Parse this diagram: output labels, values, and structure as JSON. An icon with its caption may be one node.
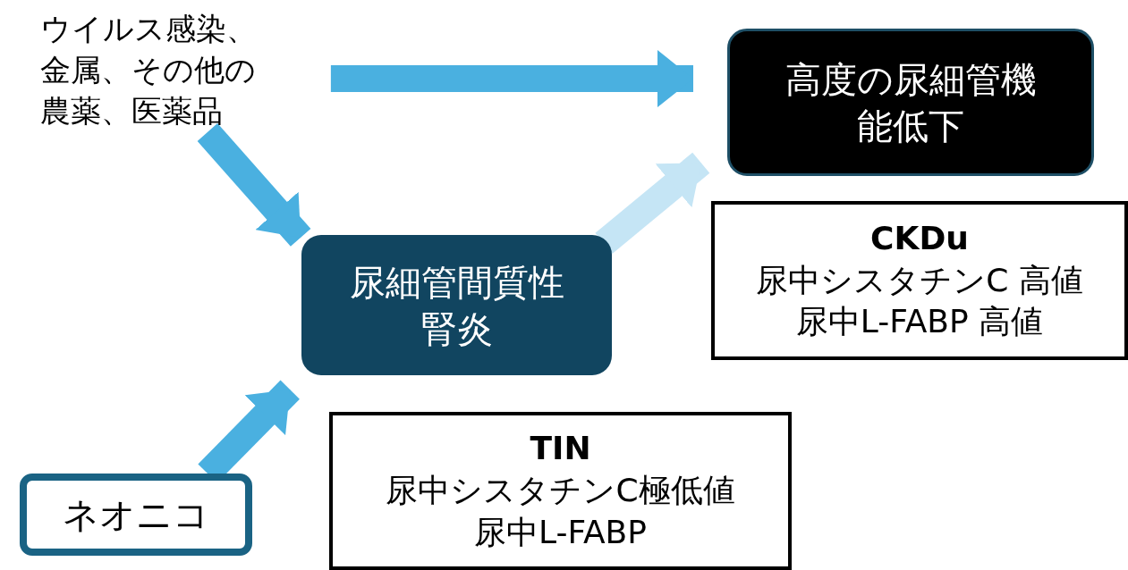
{
  "diagram": {
    "nodes": [
      {
        "text": [
          "ウイルス感染、金属、その他の農薬、医薬品"
        ]
      },
      {
        "text": [
          "高度の尿細管機能低下"
        ]
      },
      {
        "text": [
          "尿細管間質性腎炎"
        ]
      },
      {
        "text": [
          "CKDu",
          "尿中シスタチンC 高値",
          "尿中L-FABP 高値"
        ]
      },
      {
        "text": [
          "ネオニコ"
        ]
      },
      {
        "text": [
          "TIN",
          "尿中シスタチンC極低値",
          "尿中L-FABP"
        ]
      }
    ],
    "edges": [
      {
        "from": 0,
        "to": 1,
        "arrow": "to"
      },
      {
        "from": 0,
        "to": 2,
        "arrow": "to"
      },
      {
        "from": 2,
        "to": 1,
        "arrow": "to",
        "color": "#c5e5f5"
      },
      {
        "from": 4,
        "to": 2,
        "arrow": "to"
      }
    ]
  }
}
